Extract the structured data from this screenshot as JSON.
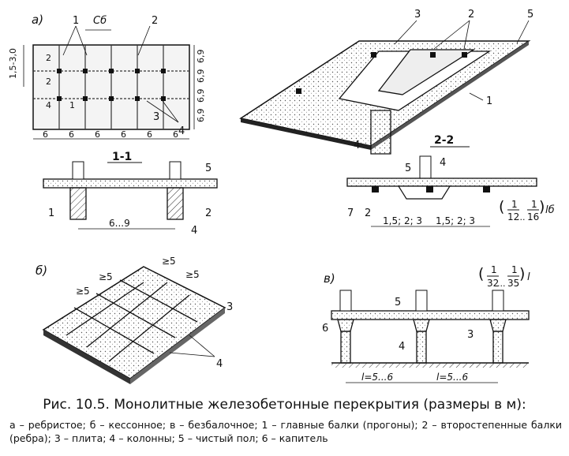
{
  "figure": {
    "panel_a": {
      "letter": "а)",
      "dim_c": "Cб",
      "dim_side": "1,5-3,0",
      "dim_bottom": [
        "6",
        "6",
        "6",
        "6",
        "6",
        "6"
      ],
      "dim_right": [
        "6,9",
        "6,9",
        "6,9",
        "6,9"
      ],
      "side_labels": [
        "2",
        "2",
        "4",
        "1"
      ],
      "callouts_plan": [
        "1",
        "2",
        "3",
        "4"
      ],
      "callouts_iso": [
        "3",
        "2",
        "5",
        "1",
        "4"
      ]
    },
    "section_11": {
      "title": "1-1",
      "span": "6...9",
      "callouts": [
        "5",
        "2",
        "1",
        "4"
      ]
    },
    "section_22": {
      "title": "2-2",
      "spans": [
        "1,5; 2; 3",
        "1,5; 2; 3"
      ],
      "ratio_a_num": "1",
      "ratio_a_den": "12",
      "ratio_sep": "...",
      "ratio_b_num": "1",
      "ratio_b_den": "16",
      "ratio_var": "lб",
      "callouts": [
        "4",
        "5",
        "7",
        "2"
      ]
    },
    "panel_b": {
      "letter": "б)",
      "dims": [
        "≥5",
        "≥5",
        "≥5",
        "≥5"
      ],
      "callouts": [
        "3",
        "4"
      ]
    },
    "panel_v": {
      "letter": "в)",
      "ratio_a_num": "1",
      "ratio_a_den": "32",
      "ratio_sep": "...",
      "ratio_b_num": "1",
      "ratio_b_den": "35",
      "ratio_var": "l",
      "spans": [
        "l=5...6",
        "l=5...6"
      ],
      "callouts": [
        "5",
        "6",
        "4",
        "3"
      ]
    }
  },
  "caption": {
    "title": "Рис. 10.5. Монолитные железобетонные перекрытия (размеры в м):",
    "body": "а – ребристое; б – кессонное; в – безбалочное; 1 – главные балки (прогоны); 2 – второстепенные балки (ребра); 3 – плита; 4 – колонны; 5 – чистый пол; 6 – капитель"
  }
}
